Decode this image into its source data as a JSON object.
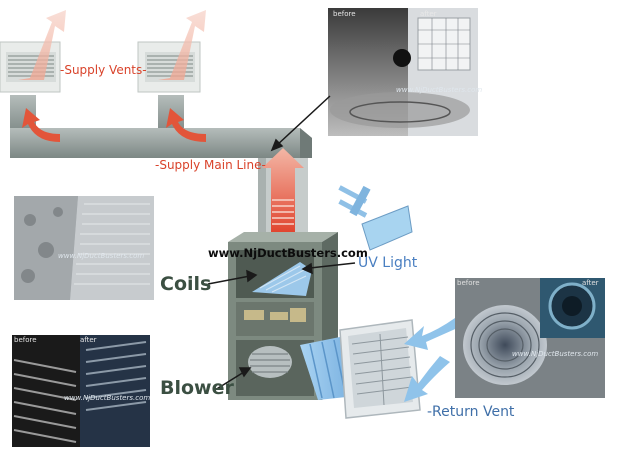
{
  "labels": {
    "supply_vents": "-Supply Vents-",
    "supply_main_line": "-Supply Main Line-",
    "website": "www.NjDuctBusters.com",
    "uv_light": "UV Light",
    "coils": "Coils",
    "blower": "Blower",
    "return_vent": "-Return Vent"
  },
  "photos": {
    "before": "before",
    "after": "after",
    "watermark": "www.NjDuctBusters.com"
  },
  "colors": {
    "label_red": "#d9432b",
    "label_dark": "#3b4f42",
    "uv_blue": "#4a7fc1",
    "return_blue": "#3f6fa8",
    "duct_gray": "#8f9a97",
    "airflow_red": "#e2553a",
    "return_air_blue": "#8fc3ea"
  }
}
